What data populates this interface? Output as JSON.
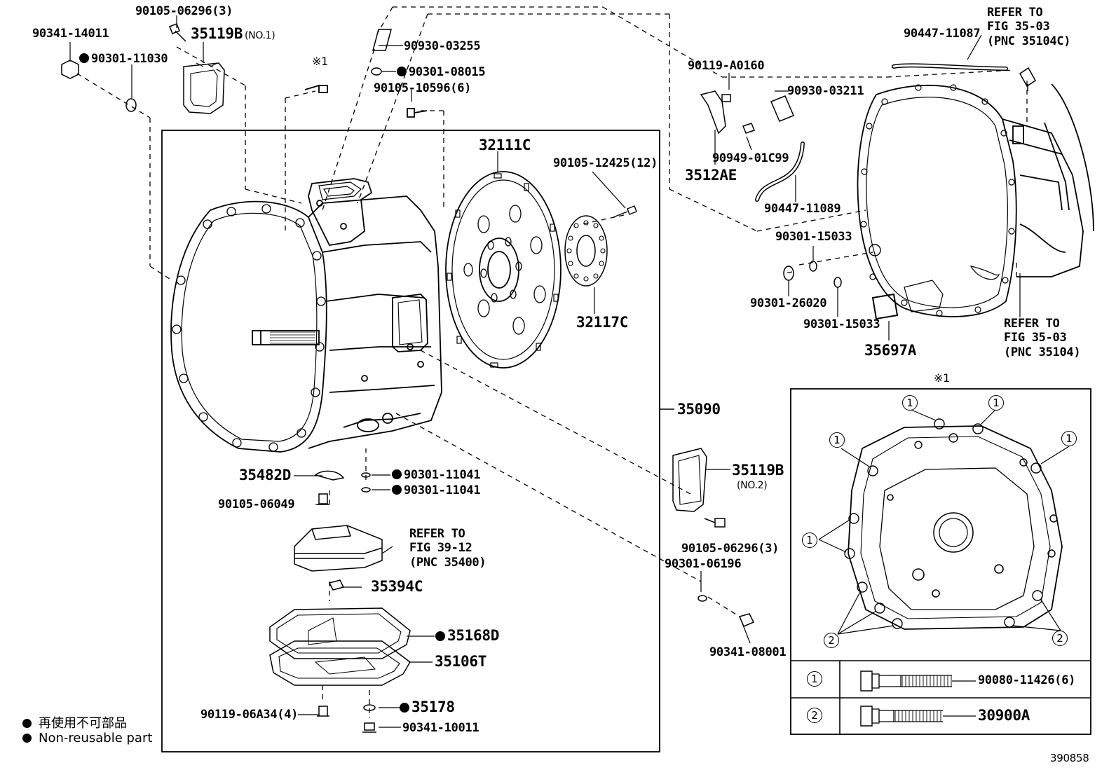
{
  "labels": {
    "p90341_14011": "90341-14011",
    "p90105_06296_top": "90105-06296(3)",
    "p35119b": "35119B",
    "no1": "(NO.1)",
    "p90301_11030": "90301-11030",
    "kome1": "※1",
    "p90930_03255": "90930-03255",
    "p90301_08015": "90301-08015",
    "p90105_10596": "90105-10596(6)",
    "p32111c": "32111C",
    "p90105_12425": "90105-12425(12)",
    "p32117c": "32117C",
    "p90119_a0160": "90119-A0160",
    "p90930_03211": "90930-03211",
    "p90949_01c99": "90949-01C99",
    "p3512ae": "3512AE",
    "p90447_11089": "90447-11089",
    "p90447_11087": "90447-11087",
    "refer1_l1": "REFER TO",
    "refer1_l2": "FIG 35-03",
    "refer1_l3": "(PNC 35104C)",
    "p90301_15033_a": "90301-15033",
    "p90301_26020": "90301-26020",
    "p90301_15033_b": "90301-15033",
    "p35697a": "35697A",
    "refer2_l1": "REFER TO",
    "refer2_l2": "FIG 35-03",
    "refer2_l3": "(PNC 35104)",
    "p35090": "35090",
    "p35482d": "35482D",
    "p90301_11041_a": "90301-11041",
    "p90301_11041_b": "90301-11041",
    "p90105_06049": "90105-06049",
    "refer3_l1": "REFER TO",
    "refer3_l2": "FIG 39-12",
    "refer3_l3": "(PNC 35400)",
    "p35394c": "35394C",
    "p35168d": "35168D",
    "p35106t": "35106T",
    "p35178": "35178",
    "p90119_06a34": "90119-06A34(4)",
    "p90341_10011": "90341-10011",
    "p35119b_2": "35119B",
    "no2": "(NO.2)",
    "p90105_06296_bot": "90105-06296(3)",
    "p90301_06196": "90301-06196",
    "p90341_08001": "90341-08001",
    "inset_mark": "※1",
    "c1": "1",
    "c2": "2",
    "bolt1": "90080-11426(6)",
    "bolt2": "30900A",
    "fig_no": "390858"
  },
  "legend": {
    "jp": "再使用不可部品",
    "en": "Non-reusable part"
  }
}
